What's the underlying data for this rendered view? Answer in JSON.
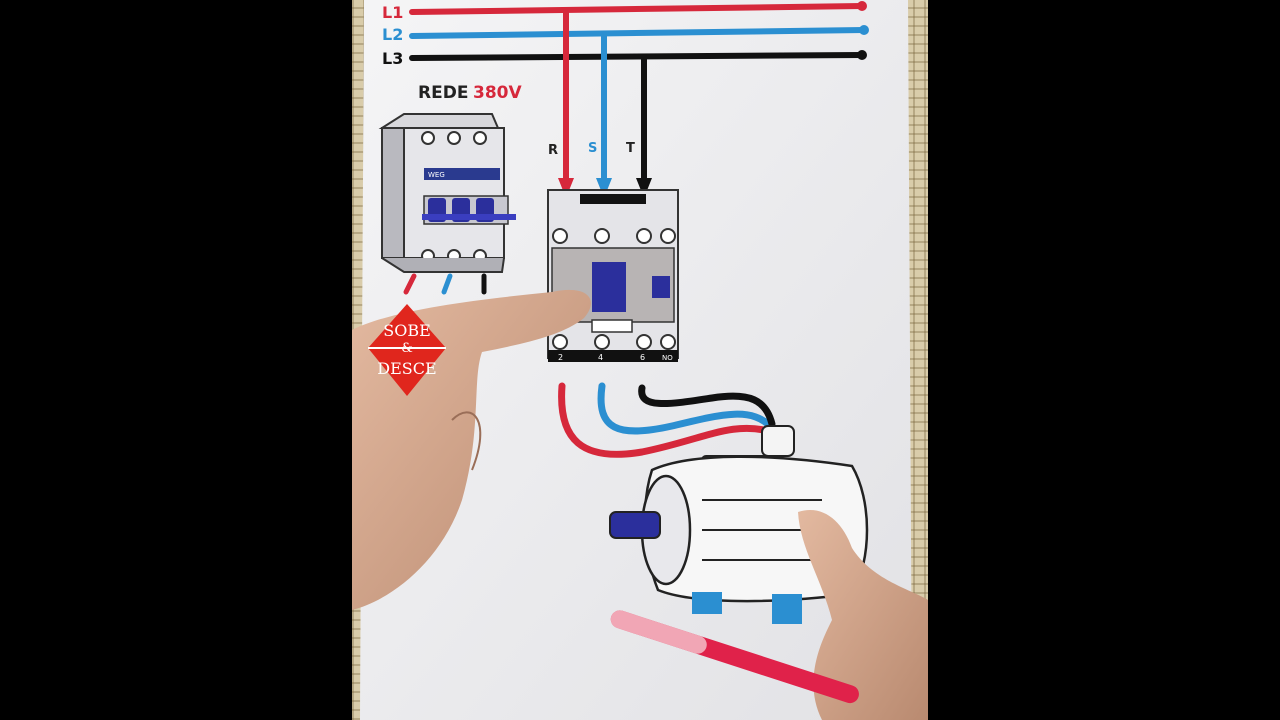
{
  "video": {
    "letterbox_color": "#000000"
  },
  "diagram": {
    "lines": [
      {
        "label": "L1",
        "color": "#d6283b"
      },
      {
        "label": "L2",
        "color": "#2b8fd1"
      },
      {
        "label": "L3",
        "color": "#111111"
      }
    ],
    "network_label": "REDE",
    "network_voltage": "380V",
    "phase_labels": [
      "R",
      "S",
      "T"
    ],
    "contactor_bottom_terminals": [
      "2",
      "4",
      "6",
      "NO"
    ],
    "breaker_brand": "WEG"
  },
  "watermark": {
    "line1": "SOBE",
    "amp": "&",
    "line2": "DESCE",
    "color": "#e0261d"
  }
}
